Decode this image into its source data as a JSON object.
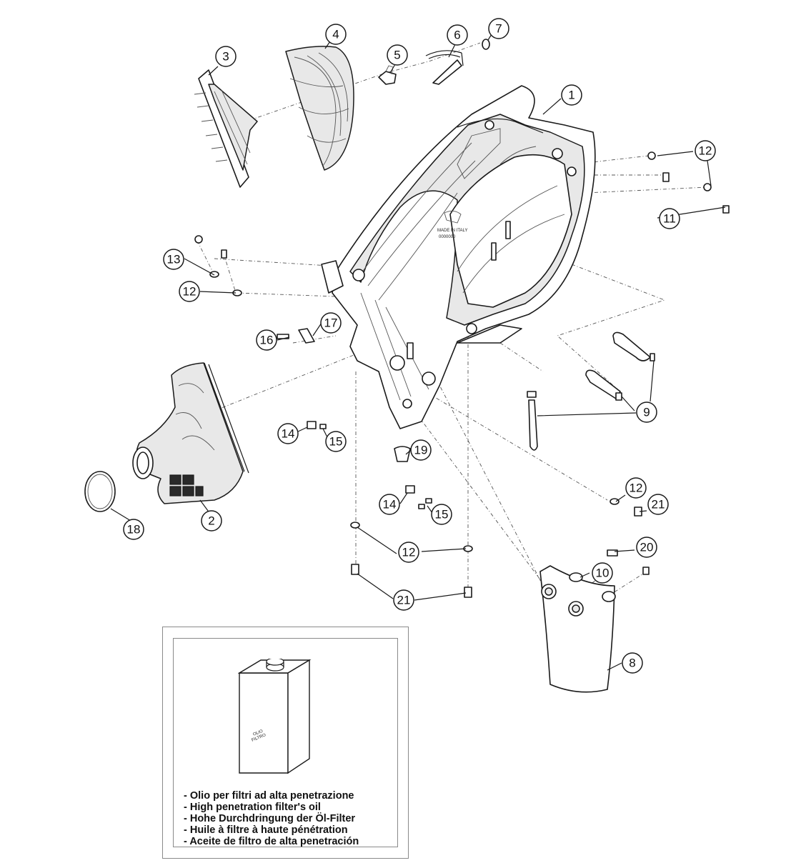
{
  "callouts": [
    {
      "id": "1",
      "label": "1"
    },
    {
      "id": "2",
      "label": "2"
    },
    {
      "id": "3",
      "label": "3"
    },
    {
      "id": "4",
      "label": "4"
    },
    {
      "id": "5",
      "label": "5"
    },
    {
      "id": "6",
      "label": "6"
    },
    {
      "id": "7",
      "label": "7"
    },
    {
      "id": "8",
      "label": "8"
    },
    {
      "id": "9",
      "label": "9"
    },
    {
      "id": "10",
      "label": "10"
    },
    {
      "id": "11",
      "label": "11"
    },
    {
      "id": "12",
      "label": "12"
    },
    {
      "id": "13",
      "label": "13"
    },
    {
      "id": "14",
      "label": "14"
    },
    {
      "id": "15",
      "label": "15"
    },
    {
      "id": "16",
      "label": "16"
    },
    {
      "id": "17",
      "label": "17"
    },
    {
      "id": "18",
      "label": "18"
    },
    {
      "id": "19",
      "label": "19"
    },
    {
      "id": "20",
      "label": "20"
    },
    {
      "id": "21",
      "label": "21"
    }
  ],
  "airbox_marking": [
    "MADE IN ITALY",
    "0000000"
  ],
  "oil_box": {
    "can_label": [
      "OLIO",
      "FILTRO"
    ],
    "lines": [
      "- Olio per filtri ad alta penetrazione",
      "- High penetration filter's oil",
      "- Hohe Durchdringung der Öl-Filter",
      "- Huile à filtre à haute pénétration",
      "- Aceite de filtro de alta penetración"
    ]
  },
  "colors": {
    "line": "#1a1a1a",
    "fill_grey": "#e8e8e8",
    "frame": "#8a8a8a"
  }
}
